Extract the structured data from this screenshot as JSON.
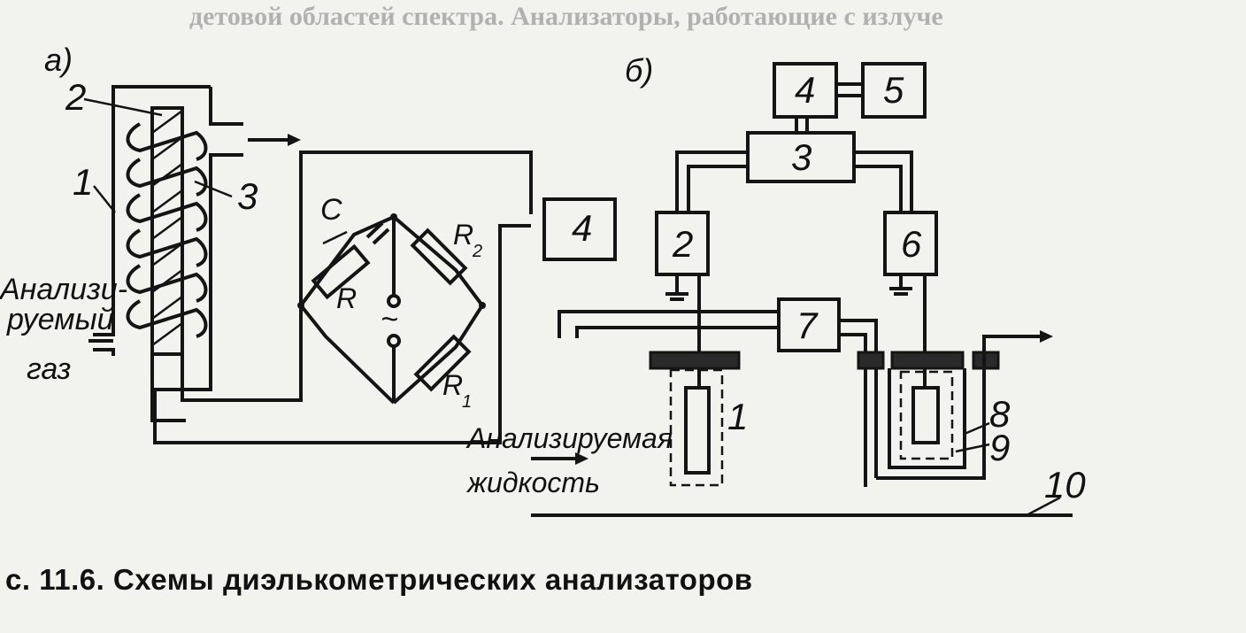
{
  "bleed_text": {
    "top_line": "детовой областей спектра. Анализаторы, работающие с излуче"
  },
  "diagram_a": {
    "panel_label": "а)",
    "input_label": [
      "Анализи-",
      "руемый",
      "газ"
    ],
    "labels": {
      "vessel": "1",
      "rod": "2",
      "coil": "3",
      "meter": "4",
      "capacitor": "C",
      "resistor_r": "R",
      "resistor_r2": "R",
      "resistor_r2_sub": "2",
      "resistor_r1": "R",
      "resistor_r1_sub": "1",
      "ac_source": "~"
    }
  },
  "diagram_b": {
    "panel_label": "б)",
    "input_label": [
      "Анализируемая",
      "жидкость"
    ],
    "labels": {
      "cell_1": "1",
      "block_2": "2",
      "block_3": "3",
      "block_4": "4",
      "block_5": "5",
      "block_6": "6",
      "block_7": "7",
      "vessel_8": "8",
      "vessel_9": "9",
      "base_10": "10"
    }
  },
  "caption": "с. 11.6. Схемы диэлькометрических анализаторов"
}
